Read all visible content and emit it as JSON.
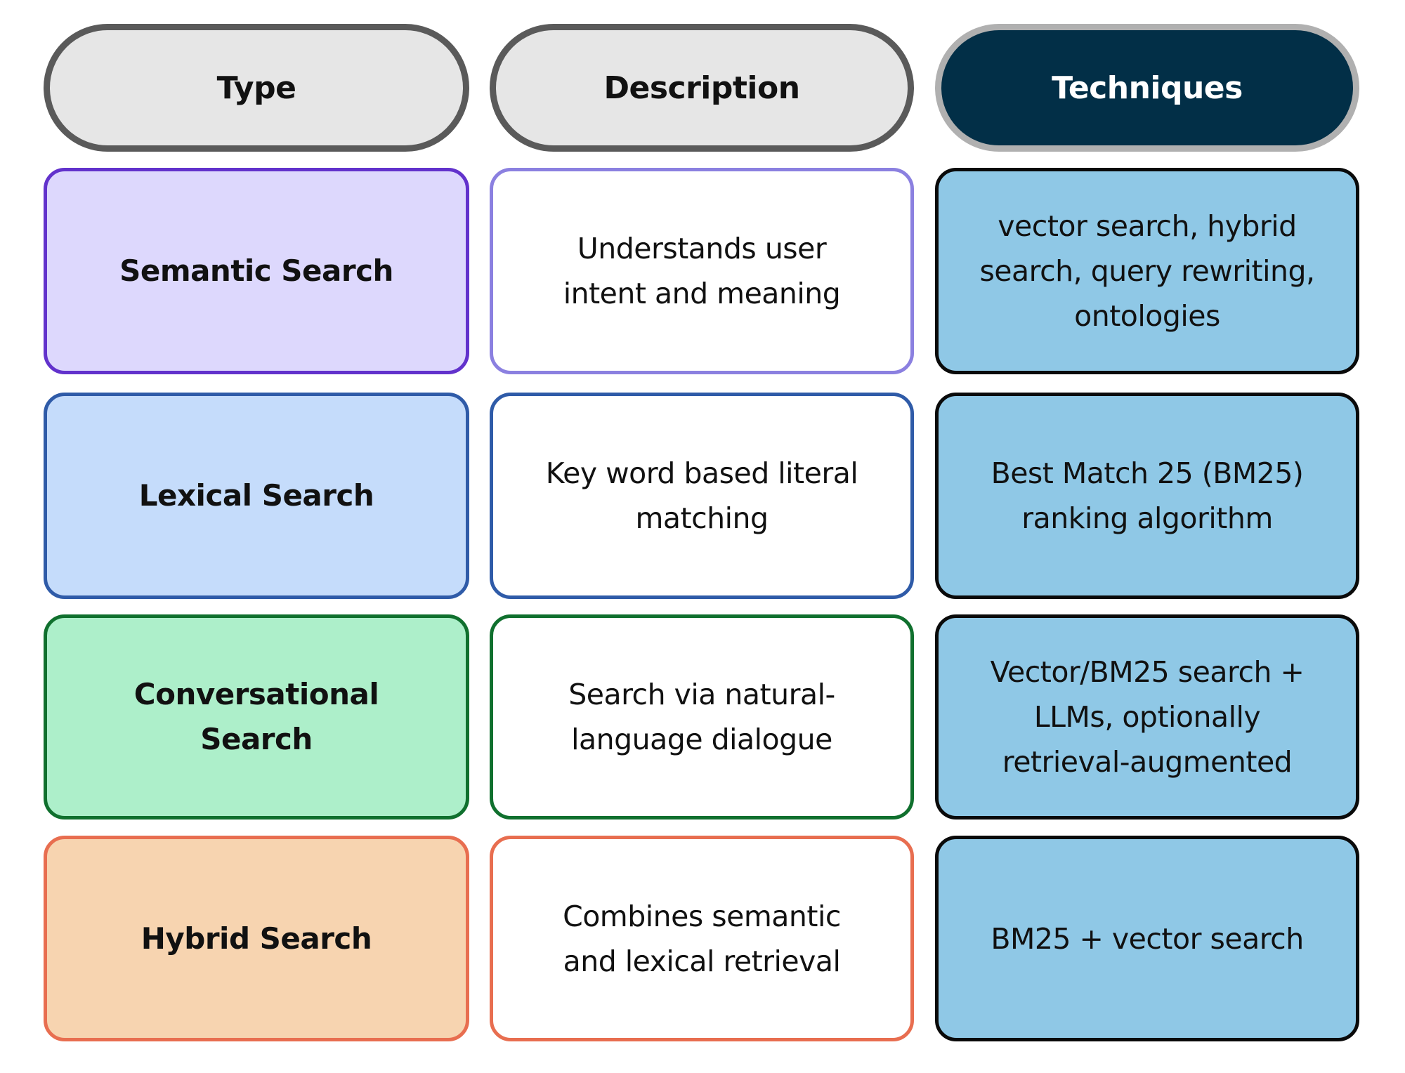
{
  "headers": [
    {
      "label": "Type",
      "fill": "#e6e6e6",
      "border": "#5a5a5a",
      "text": "#111111"
    },
    {
      "label": "Description",
      "fill": "#e6e6e6",
      "border": "#5a5a5a",
      "text": "#111111"
    },
    {
      "label": "Techniques",
      "fill": "#022f47",
      "border": "#b0b0b0",
      "text": "#ffffff"
    }
  ],
  "rows": [
    {
      "type": "Semantic Search",
      "type_fill": "#ddd8fd",
      "type_border": "#6232cc",
      "description": "Understands user intent and meaning",
      "desc_border": "#8b80e0",
      "techniques": "vector search, hybrid search, query rewriting, ontologies"
    },
    {
      "type": "Lexical Search",
      "type_fill": "#c5dcfb",
      "type_border": "#2f5ba8",
      "description": "Key word based literal matching",
      "desc_border": "#2f5ba8",
      "techniques": "Best Match 25 (BM25) ranking algorithm"
    },
    {
      "type": "Conversational Search",
      "type_fill": "#adefca",
      "type_border": "#10702e",
      "description": "Search via natural-language dialogue",
      "desc_border": "#10702e",
      "techniques": "Vector/BM25 search + LLMs, optionally retrieval-augmented"
    },
    {
      "type": "Hybrid Search",
      "type_fill": "#f7d4b0",
      "type_border": "#e86e50",
      "description": "Combines semantic and lexical retrieval",
      "desc_border": "#e86e50",
      "techniques": "BM25 + vector search"
    }
  ],
  "technique_style": {
    "fill": "#8fc8e6",
    "border": "#0a0a0a"
  },
  "description_fill": "#ffffff"
}
